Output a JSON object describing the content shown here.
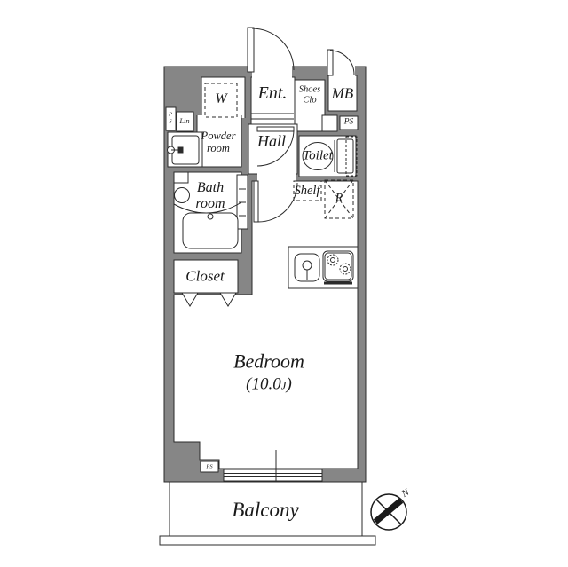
{
  "colors": {
    "wall": "#868686",
    "line": "#2b2b2b",
    "text": "#1a1a1a",
    "bg": "#ffffff"
  },
  "labels": {
    "w": "W",
    "ent": "Ent.",
    "shoes_clo": {
      "line1": "Shoes",
      "line2": "Clo"
    },
    "mb": "MB",
    "ps_top_left": {
      "line1": "P",
      "line2": "S"
    },
    "lin": "Lin",
    "powder": {
      "line1": "Powder",
      "line2": "room"
    },
    "hall": "Hall",
    "toilet": "Toilet",
    "ps_right": "PS",
    "shelf": "Shelf",
    "fridge": "R",
    "bath": {
      "line1": "Bath",
      "line2": "room"
    },
    "closet": "Closet",
    "bedroom": {
      "name": "Bedroom",
      "size_open": "(10.0",
      "size_unit": "J",
      "size_close": ")"
    },
    "ps_bottom": "PS",
    "balcony": "Balcony",
    "compass": {
      "north": "N"
    }
  }
}
